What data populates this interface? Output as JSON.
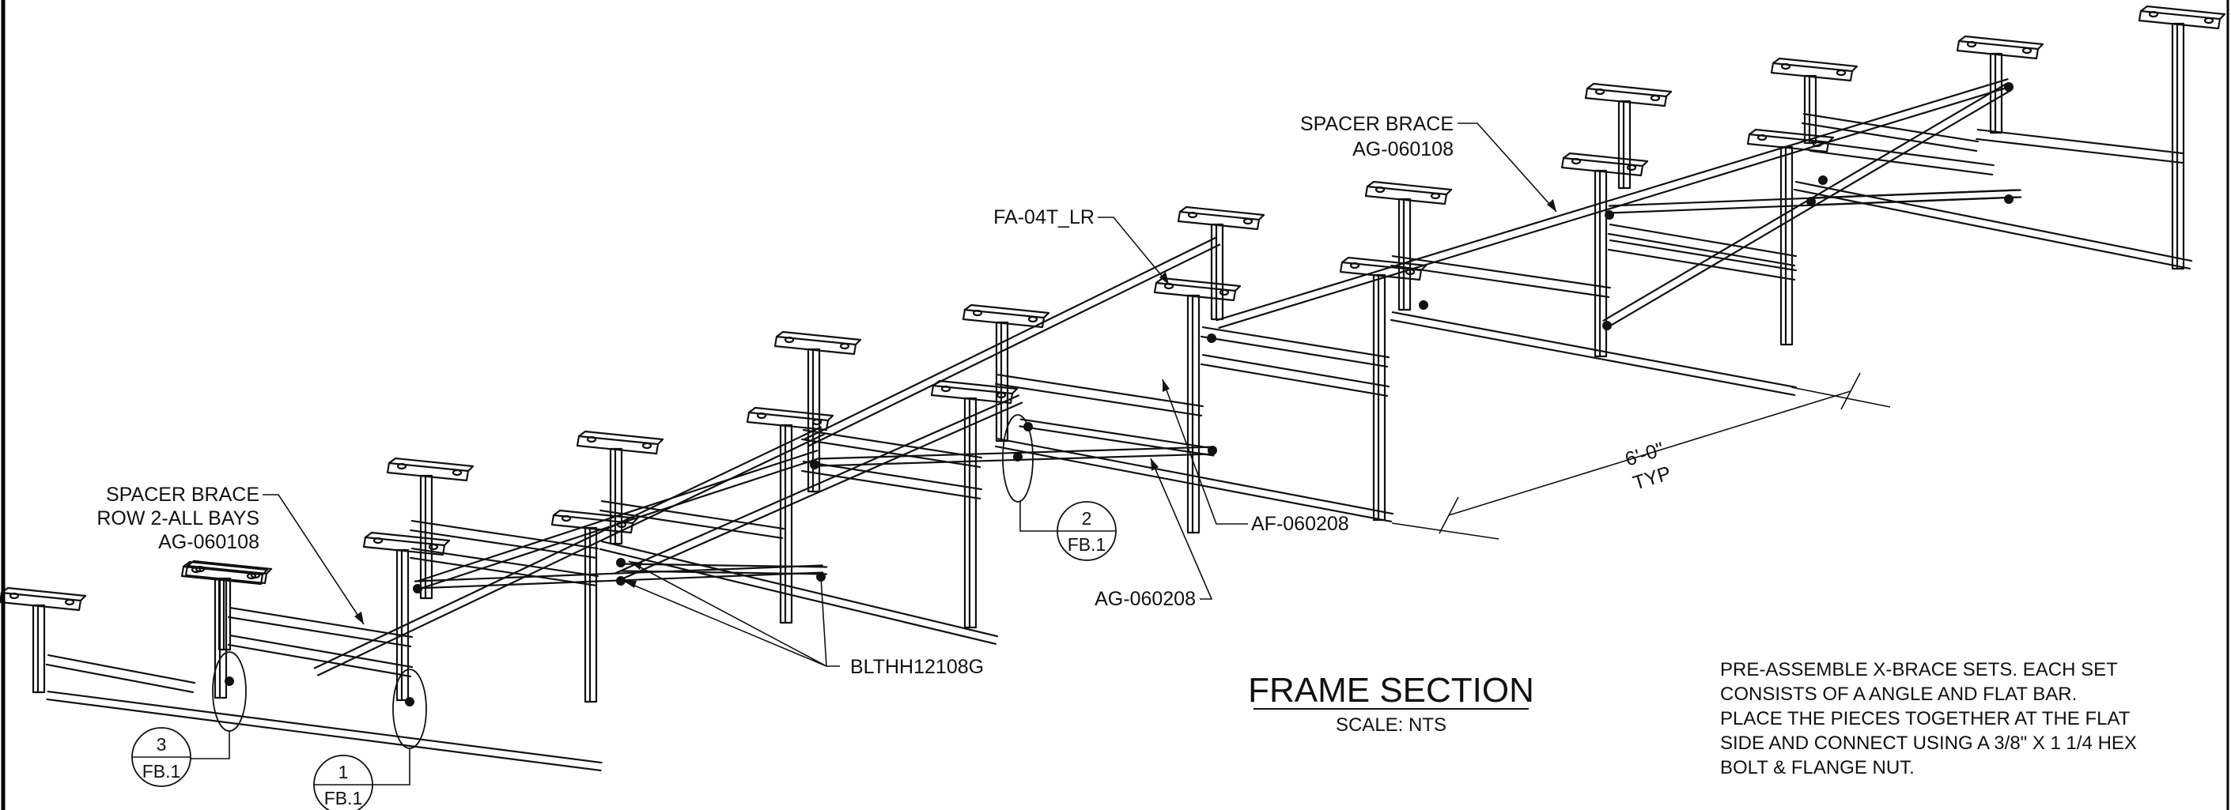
{
  "title": "FRAME SECTION",
  "scale": "SCALE: NTS",
  "callouts": {
    "spacer_brace_top_line1": "SPACER BRACE",
    "spacer_brace_top_line2": "AG-060108",
    "fa": "FA-04T_LR",
    "spacer_brace_left_line1": "SPACER BRACE",
    "spacer_brace_left_line2": "ROW 2-ALL BAYS",
    "spacer_brace_left_line3": "AG-060108",
    "af": "AF-060208",
    "ag": "AG-060208",
    "bolt": "BLTHH12108G"
  },
  "dimension": {
    "value": "6'-0\"",
    "qualifier": "TYP"
  },
  "detail_refs": [
    {
      "num": "3",
      "sheet": "FB.1"
    },
    {
      "num": "1",
      "sheet": "FB.1"
    },
    {
      "num": "2",
      "sheet": "FB.1"
    }
  ],
  "notes": [
    "PRE-ASSEMBLE X-BRACE SETS.  EACH SET",
    "CONSISTS OF A  ANGLE AND FLAT BAR.",
    "PLACE THE PIECES TOGETHER AT THE FLAT",
    "SIDE AND CONNECT USING A 3/8\" X 1 1/4 HEX",
    "BOLT & FLANGE NUT."
  ]
}
